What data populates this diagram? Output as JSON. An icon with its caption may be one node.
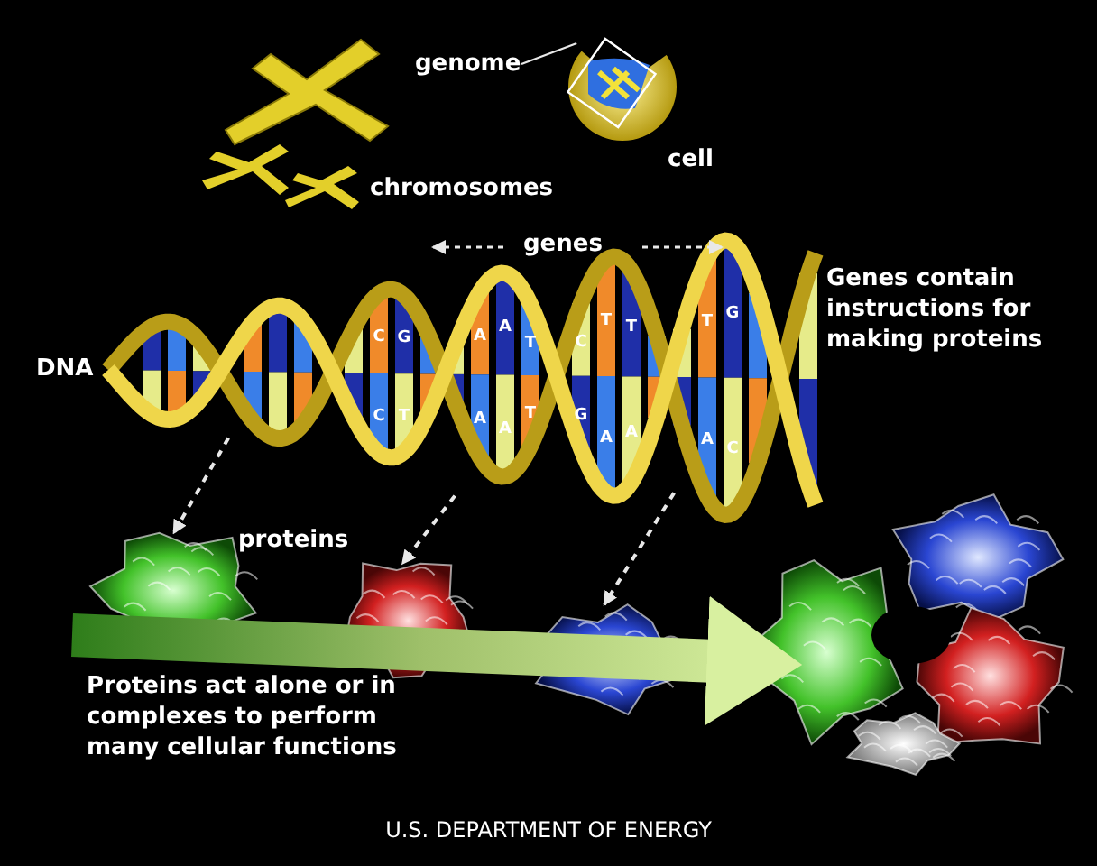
{
  "diagram": {
    "caption": "U.S. DEPARTMENT OF ENERGY",
    "nodes": [
      {
        "text": [
          "genome"
        ]
      },
      {
        "text": [],
        "shape": "picture",
        "beside": [
          "cell"
        ]
      },
      {
        "text": [],
        "shape": "picture",
        "in": 1
      },
      {
        "text": [],
        "shape": "picture",
        "beside": [
          "chromosomes"
        ]
      },
      {
        "text": [],
        "shape": "picture",
        "beside": [
          "DNA",
          "Genes contain instructions for making proteins"
        ]
      },
      {
        "text": [],
        "shape": "picture"
      },
      {
        "text": [],
        "shape": "picture"
      },
      {
        "text": [],
        "shape": "picture"
      },
      {
        "text": [],
        "shape": "picture"
      }
    ],
    "edges": [
      {
        "from": 0,
        "to": 2,
        "arrow": "none"
      },
      {
        "from": 4,
        "to": 5,
        "arrow": "to",
        "style": "dashed"
      },
      {
        "from": 4,
        "to": 6,
        "arrow": "to",
        "style": "dashed"
      },
      {
        "from": 4,
        "to": 7,
        "arrow": "to",
        "style": "dashed"
      },
      {
        "from": null,
        "to": 8,
        "arrow": "to",
        "style": "thick",
        "color": "#d8f0a0"
      }
    ],
    "labels": [
      "genes",
      "proteins",
      "Proteins act alone or in complexes to perform many cellular functions",
      "C",
      "C",
      "G",
      "T",
      "A",
      "A",
      "A",
      "A",
      "T",
      "T",
      "C",
      "G",
      "T",
      "A",
      "T",
      "A",
      "T",
      "A",
      "G",
      "C"
    ]
  }
}
